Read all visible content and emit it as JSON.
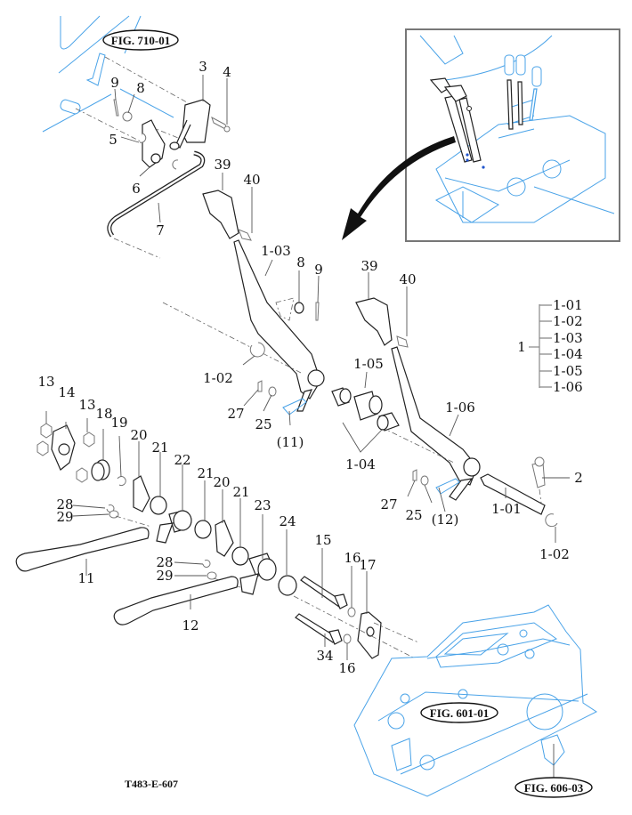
{
  "diagram": {
    "drawing_code": "T483-E-607",
    "colors": {
      "part_line": "#222222",
      "context_line": "#4aa3e8",
      "inset_border": "#777777"
    },
    "figure_refs": [
      {
        "id": "fig-710-01",
        "label": "FIG. 710-01"
      },
      {
        "id": "fig-601-01",
        "label": "FIG. 601-01"
      },
      {
        "id": "fig-606-03",
        "label": "FIG. 606-03"
      }
    ],
    "assembly_legend": {
      "parent": "1",
      "children": [
        "1-01",
        "1-02",
        "1-03",
        "1-04",
        "1-05",
        "1-06"
      ]
    },
    "callouts": {
      "c3": "3",
      "c4": "4",
      "c9a": "9",
      "c8a": "8",
      "c5": "5",
      "c6": "6",
      "c7": "7",
      "c39a": "39",
      "c40a": "40",
      "c103": "1-03",
      "c8b": "8",
      "c9b": "9",
      "c39b": "39",
      "c40b": "40",
      "c102a": "1-02",
      "c105": "1-05",
      "c106": "1-06",
      "c27a": "27",
      "c25a": "25",
      "c11p": "(11)",
      "c104": "1-04",
      "c2": "2",
      "c27b": "27",
      "c25b": "25",
      "c12p": "(12)",
      "c101": "1-01",
      "c102b": "1-02",
      "c13a": "13",
      "c14": "14",
      "c13b": "13",
      "c18": "18",
      "c19": "19",
      "c20a": "20",
      "c21a": "21",
      "c22": "22",
      "c21b": "21",
      "c20b": "20",
      "c21c": "21",
      "c23": "23",
      "c24": "24",
      "c28a": "28",
      "c29a": "29",
      "c11": "11",
      "c28b": "28",
      "c29b": "29",
      "c12": "12",
      "c15": "15",
      "c16a": "16",
      "c17": "17",
      "c34": "34",
      "c16b": "16"
    }
  }
}
